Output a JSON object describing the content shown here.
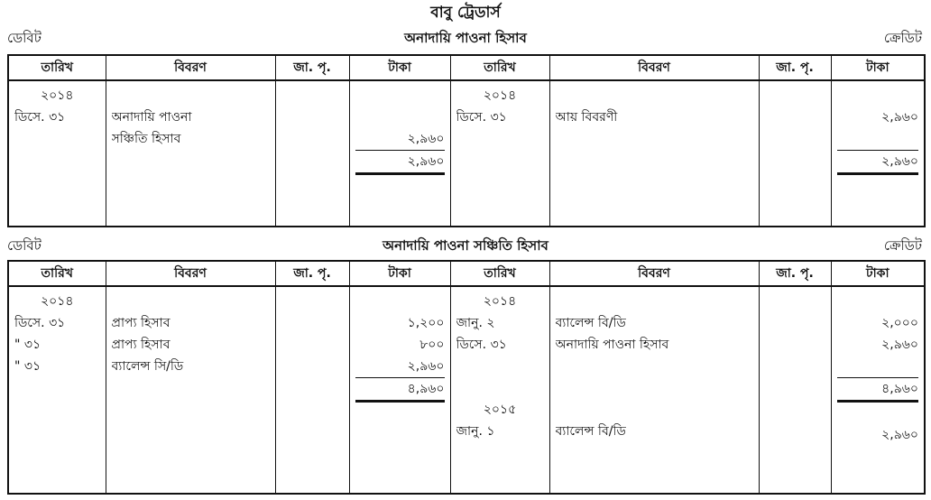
{
  "company": "বাবু ট্রেডার্স",
  "columns": {
    "date": "তারিখ",
    "particulars": "বিবরণ",
    "jp": "জা. পৃ.",
    "amount": "টাকা"
  },
  "debit_label": "ডেবিট",
  "credit_label": "ক্রেডিট",
  "ledgers": [
    {
      "title": "অনাদায়ি পাওনা হিসাব",
      "debit": {
        "year": "২০১৪",
        "dates": [
          "ডিসে. ৩১"
        ],
        "particulars": [
          "অনাদায়ি পাওনা",
          "সঞ্চিতি হিসাব"
        ],
        "amounts": [
          "২,৯৬০"
        ],
        "total": "২,৯৬০"
      },
      "credit": {
        "year": "২০১৪",
        "dates": [
          "ডিসে. ৩১"
        ],
        "particulars": [
          "আয় বিবরণী"
        ],
        "amounts": [
          "২,৯৬০"
        ],
        "total": "২,৯৬০"
      }
    },
    {
      "title": "অনাদায়ি পাওনা সঞ্চিতি হিসাব",
      "debit": {
        "year": "২০১৪",
        "dates": [
          "ডিসে. ৩১",
          "\"   ৩১",
          "\"   ৩১"
        ],
        "particulars": [
          "প্রাপ্য হিসাব",
          "প্রাপ্য হিসাব",
          "ব্যালেন্স সি/ডি"
        ],
        "amounts": [
          "১,২০০",
          "৮০০",
          "২,৯৬০"
        ],
        "total": "৪,৯৬০"
      },
      "credit": {
        "year": "২০১৪",
        "dates": [
          "জানু.  ২",
          "ডিসে. ৩১"
        ],
        "particulars": [
          "ব্যালেন্স বি/ডি",
          "অনাদায়ি পাওনা হিসাব"
        ],
        "amounts": [
          "২,০০০",
          "২,৯৬০"
        ],
        "total": "৪,৯৬০",
        "next_year": "২০১৫",
        "next_date": "জানু. ১",
        "next_particular": "ব্যালেন্স বি/ডি",
        "next_amount": "২,৯৬০"
      }
    }
  ]
}
